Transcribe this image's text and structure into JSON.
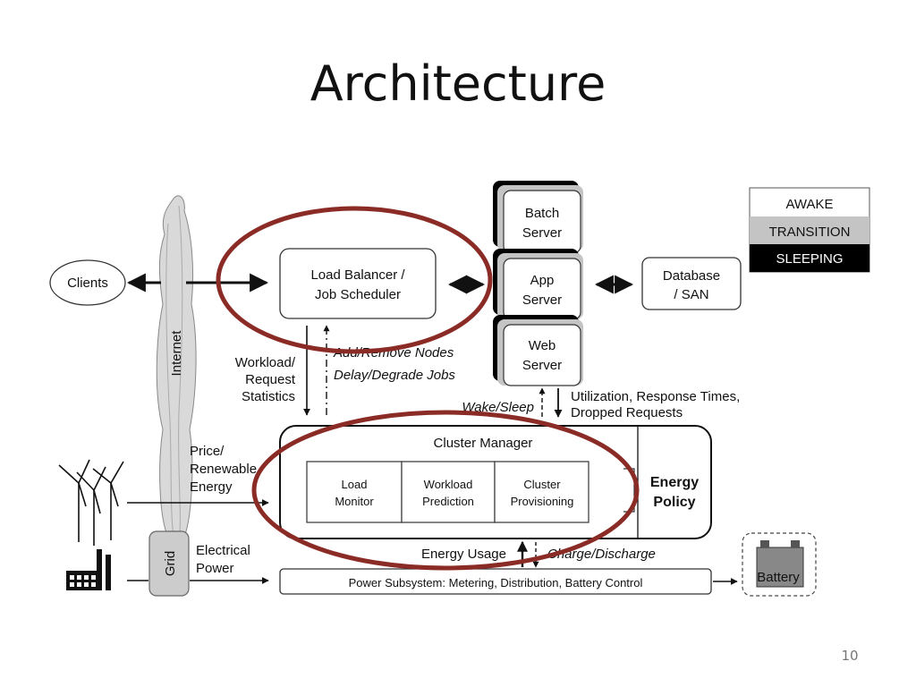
{
  "slide": {
    "title": "Architecture",
    "page_number": "10"
  },
  "legend": {
    "awake": "AWAKE",
    "transition": "TRANSITION",
    "sleeping": "SLEEPING"
  },
  "nodes": {
    "clients": "Clients",
    "internet": "Internet",
    "load_balancer": [
      "Load Balancer /",
      "Job Scheduler"
    ],
    "batch_server": [
      "Batch",
      "Server"
    ],
    "app_server": [
      "App",
      "Server"
    ],
    "web_server": [
      "Web",
      "Server"
    ],
    "database": [
      "Database",
      "/ SAN"
    ],
    "cluster_manager": "Cluster Manager",
    "load_monitor": [
      "Load",
      "Monitor"
    ],
    "workload_prediction": [
      "Workload",
      "Prediction"
    ],
    "cluster_provisioning": [
      "Cluster",
      "Provisioning"
    ],
    "energy_policy": [
      "Energy",
      "Policy"
    ],
    "grid": "Grid",
    "power_subsystem": "Power Subsystem: Metering, Distribution, Battery Control",
    "battery": "Battery"
  },
  "edge_labels": {
    "workload_stats": [
      "Workload/",
      "Request",
      "Statistics"
    ],
    "add_remove_nodes": "Add/Remove Nodes",
    "delay_degrade_jobs": "Delay/Degrade Jobs",
    "wake_sleep": "Wake/Sleep",
    "utilization": [
      "Utilization, Response Times,",
      "Dropped Requests"
    ],
    "price_renewable": [
      "Price/",
      "Renewable",
      "Energy"
    ],
    "electrical_power": [
      "Electrical",
      "Power"
    ],
    "energy_usage": "Energy Usage",
    "charge_discharge": "Charge/Discharge"
  },
  "colors": {
    "highlight_ellipse": "#8b2b26",
    "cloud": "#d9d9d9",
    "grid_box": "#cccccc"
  }
}
